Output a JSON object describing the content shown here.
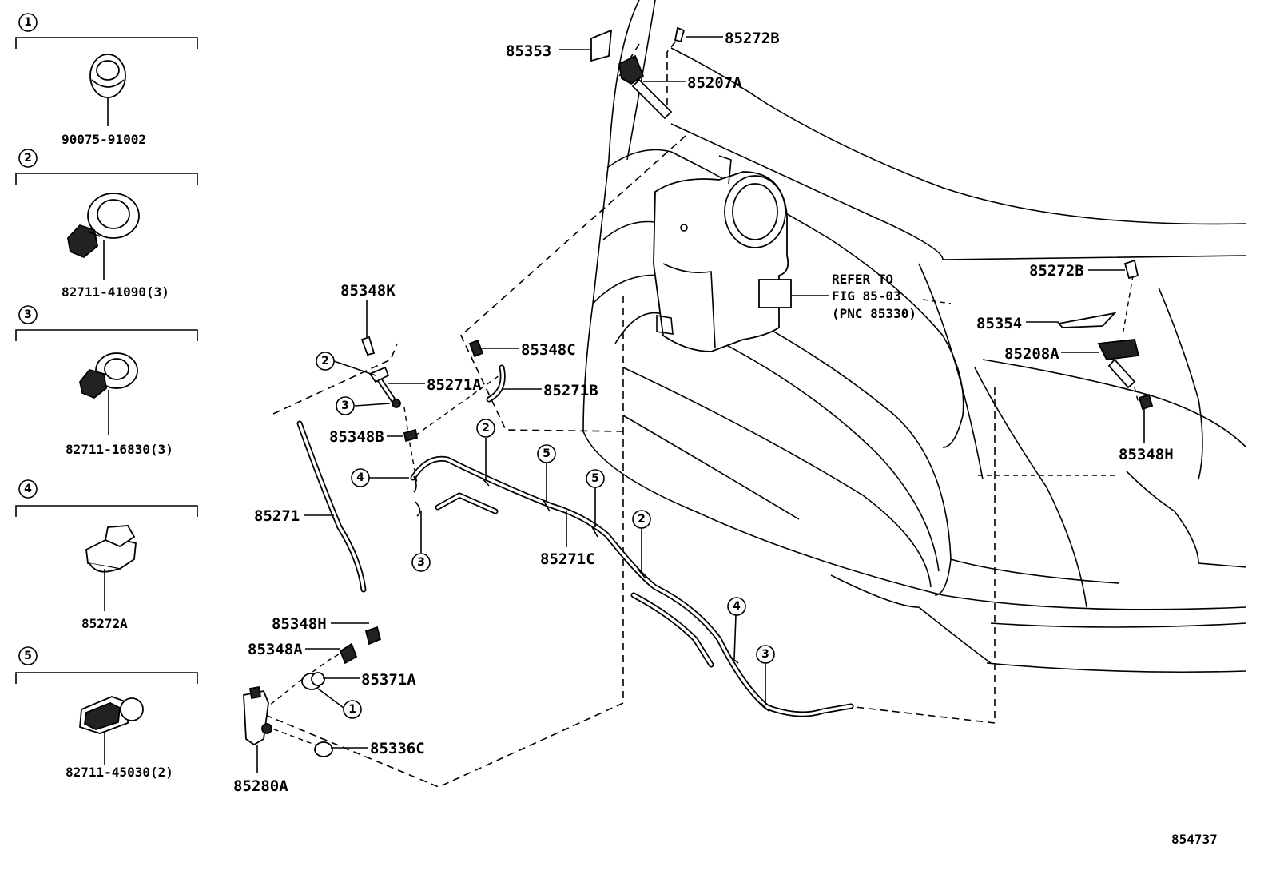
{
  "legend": [
    {
      "num": "1",
      "part": "90075-91002"
    },
    {
      "num": "2",
      "part": "82711-41090(3)"
    },
    {
      "num": "3",
      "part": "82711-16830(3)"
    },
    {
      "num": "4",
      "part": "85272A"
    },
    {
      "num": "5",
      "part": "82711-45030(2)"
    }
  ],
  "labels": {
    "p85353": "85353",
    "p85272B_top": "85272B",
    "p85207A": "85207A",
    "p85348K": "85348K",
    "p85348C": "85348C",
    "p85271A": "85271A",
    "p85271B": "85271B",
    "p85348B": "85348B",
    "p85271": "85271",
    "p85271C": "85271C",
    "p85348H_left": "85348H",
    "p85348A": "85348A",
    "p85371A": "85371A",
    "p85336C": "85336C",
    "p85280A": "85280A",
    "p85272B_right": "85272B",
    "p85354": "85354",
    "p85208A": "85208A",
    "p85348H_right": "85348H"
  },
  "refer": {
    "line1": "REFER TO",
    "line2": "FIG 85-03",
    "line3": "(PNC 85330)"
  },
  "callouts": {
    "c2a": "2",
    "c3a": "3",
    "c4a": "4",
    "c3b": "3",
    "c2b": "2",
    "c5a": "5",
    "c5b": "5",
    "c2c": "2",
    "c4b": "4",
    "c3c": "3",
    "c1a": "1"
  },
  "figure_id": "854737"
}
